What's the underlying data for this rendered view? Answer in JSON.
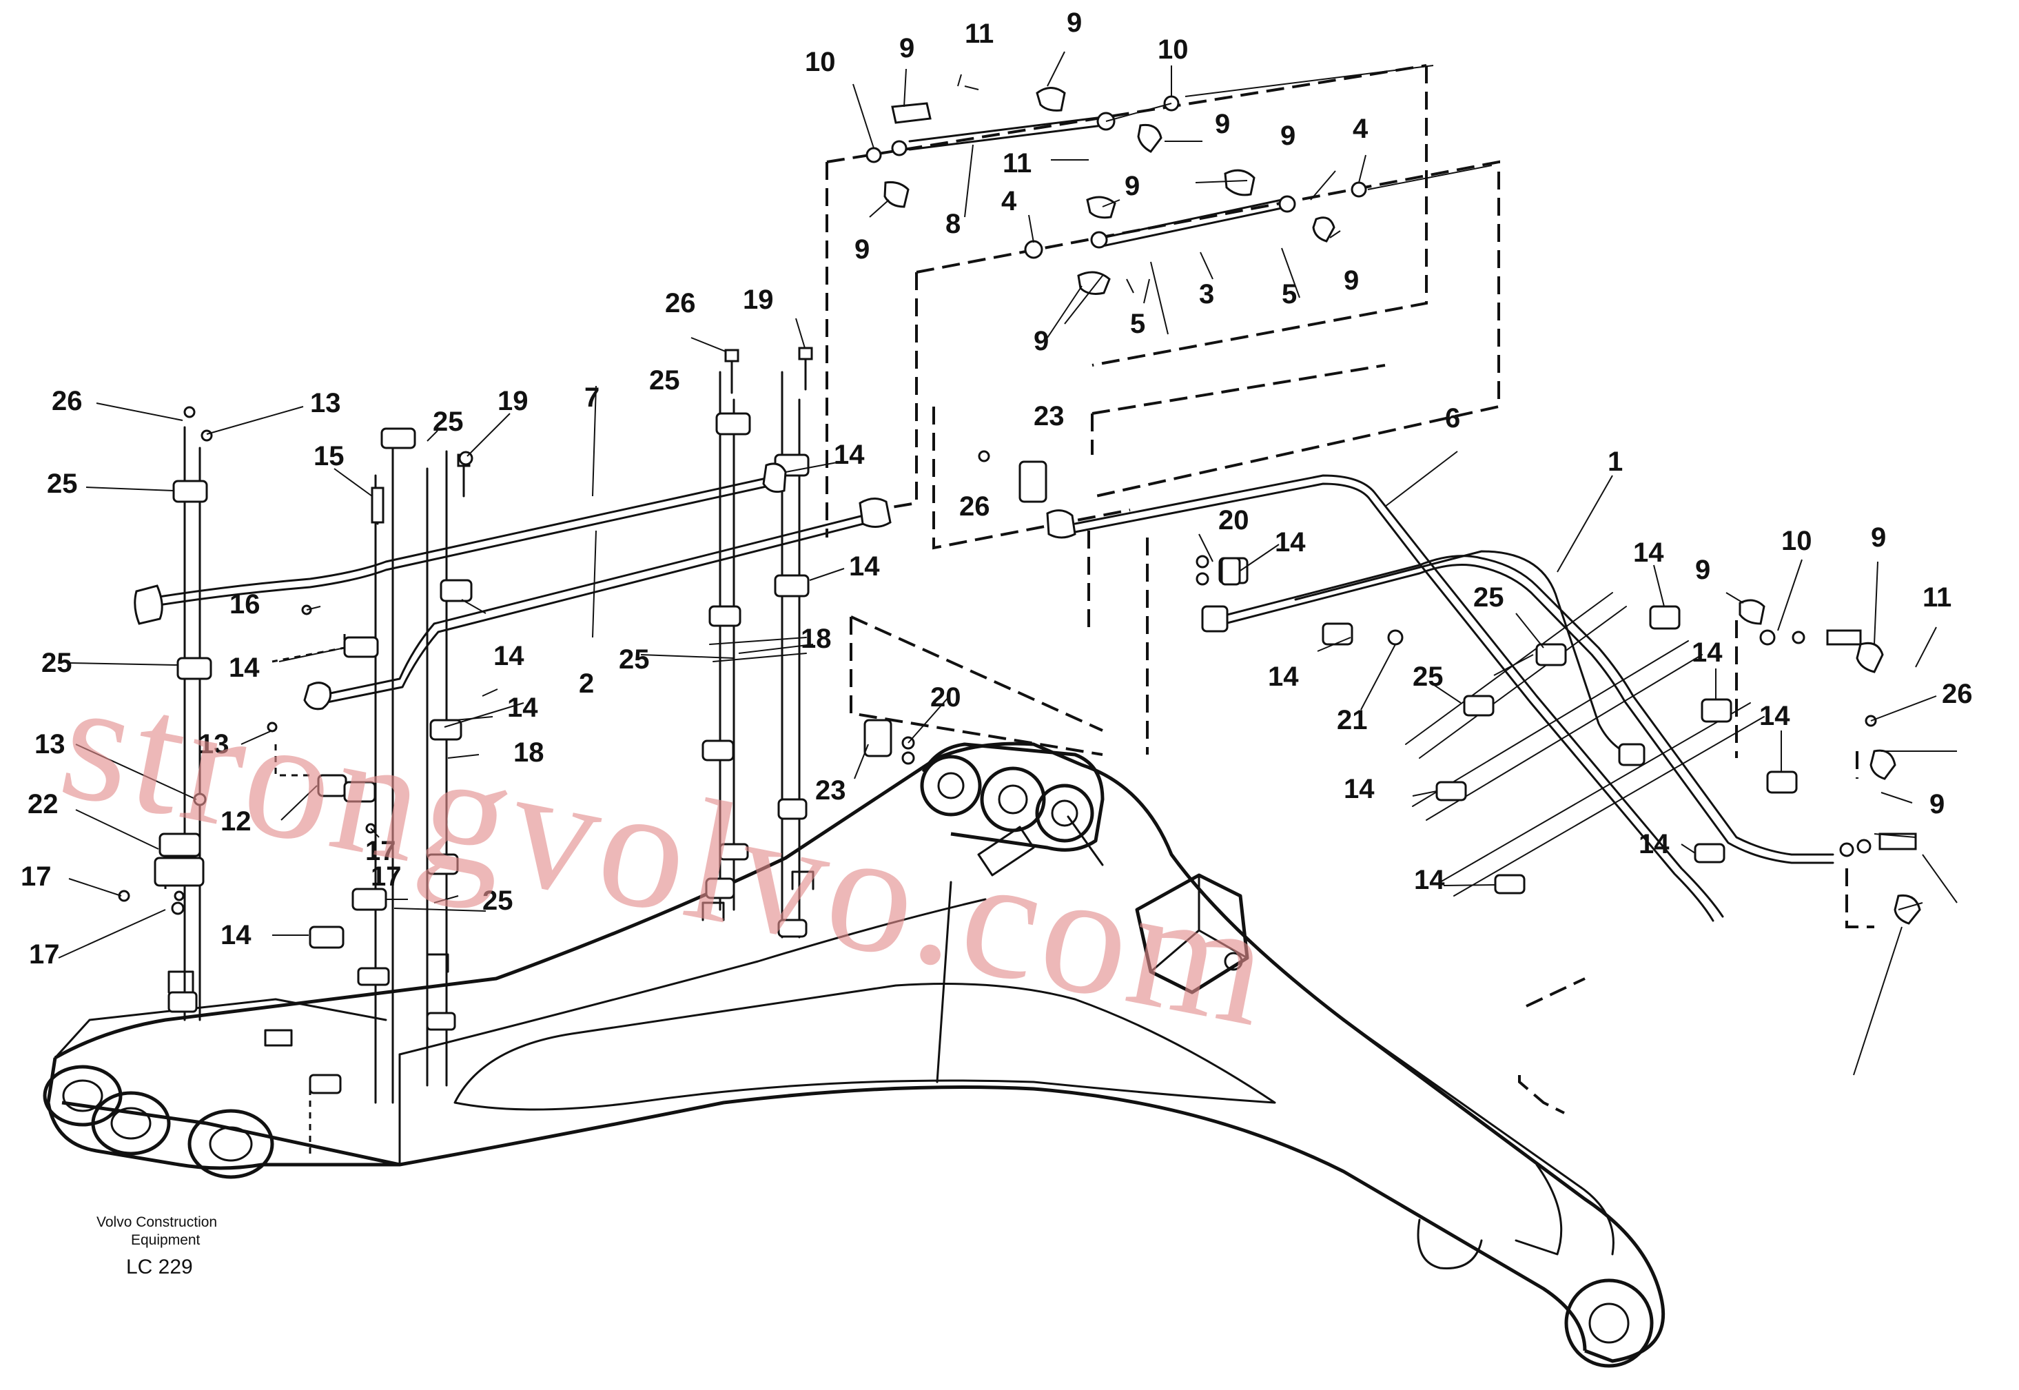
{
  "callouts": [
    "1",
    "2",
    "3",
    "4",
    "5",
    "6",
    "7",
    "8",
    "9",
    "10",
    "11",
    "12",
    "13",
    "14",
    "15",
    "16",
    "17",
    "18",
    "19",
    "20",
    "21",
    "22",
    "23",
    "25",
    "26"
  ],
  "caption": {
    "line1": "Volvo Construction",
    "line2": "Equipment",
    "code": "LC 229"
  },
  "watermark": "strongvolvo.com"
}
